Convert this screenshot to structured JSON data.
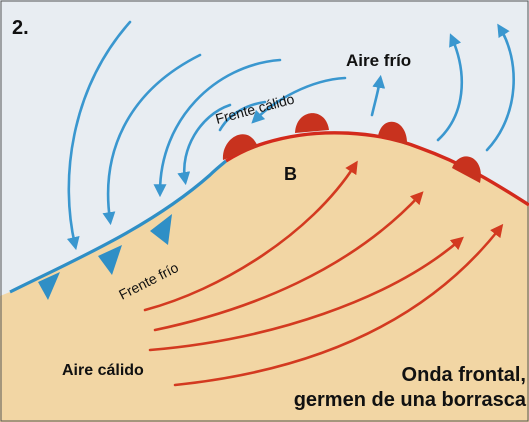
{
  "panel_number": "2.",
  "labels": {
    "cold_air": "Aire frío",
    "warm_front": "Frente cálido",
    "low_center": "B",
    "cold_front": "Frente frío",
    "warm_air": "Aire cálido",
    "caption_line1": "Onda frontal,",
    "caption_line2": "germen de una borrasca"
  },
  "colors": {
    "cold_air_bg": "#e8edf2",
    "warm_air_bg": "#f2d6a4",
    "cold_front": "#2f8fc6",
    "warm_front": "#d32a1c",
    "cold_arrow": "#3a97cf",
    "warm_arrow": "#d33a20"
  }
}
